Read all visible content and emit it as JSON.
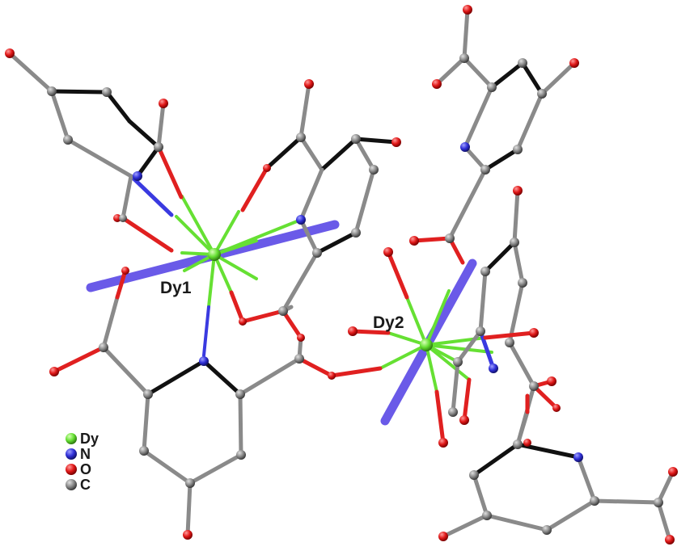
{
  "labels": {
    "dy1": "Dy1",
    "dy2": "Dy2"
  },
  "legend": [
    {
      "label": "Dy",
      "color": "#66e033"
    },
    {
      "label": "N",
      "color": "#3a3ae0"
    },
    {
      "label": "O",
      "color": "#e02020"
    },
    {
      "label": "C",
      "color": "#8a8a8a"
    }
  ],
  "colors": {
    "carbon": "#8a8a8a",
    "carbon_dark": "#111111",
    "nitrogen": "#3a3ae0",
    "oxygen": "#e02020",
    "dysprosium": "#66e033",
    "axis": "#6a5ae8"
  }
}
